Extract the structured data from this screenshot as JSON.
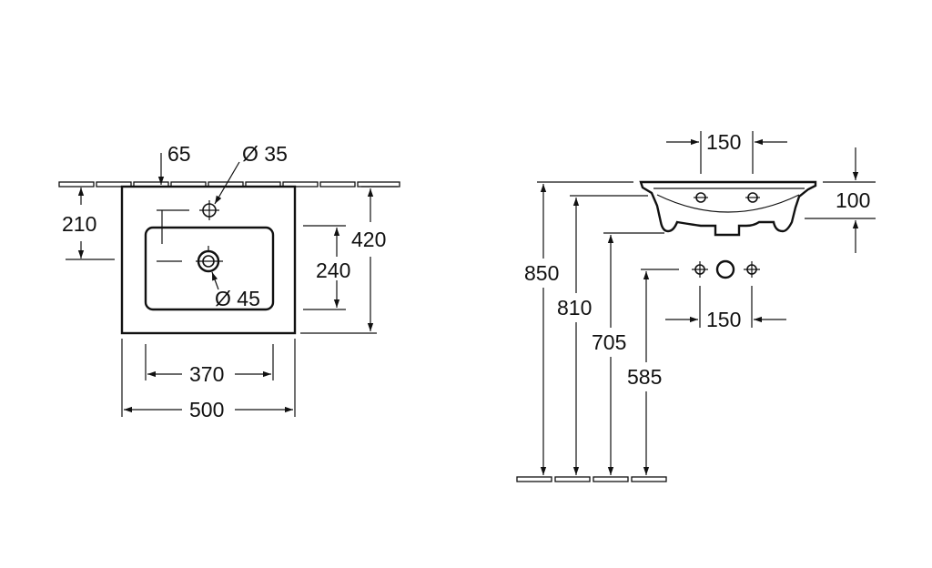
{
  "top_view": {
    "dim_tap_offset": "65",
    "dim_tap_hole": "Ø 35",
    "dim_drain": "Ø 45",
    "dim_tap_depth": "210",
    "dim_total_depth": "420",
    "dim_bowl_depth": "240",
    "dim_bowl_width": "370",
    "dim_total_width": "500"
  },
  "side_view": {
    "dim_top_spacing": "150",
    "dim_rim_height": "100",
    "dim_height_850": "850",
    "dim_height_810": "810",
    "dim_height_705": "705",
    "dim_height_585": "585",
    "dim_bottom_spacing": "150"
  }
}
